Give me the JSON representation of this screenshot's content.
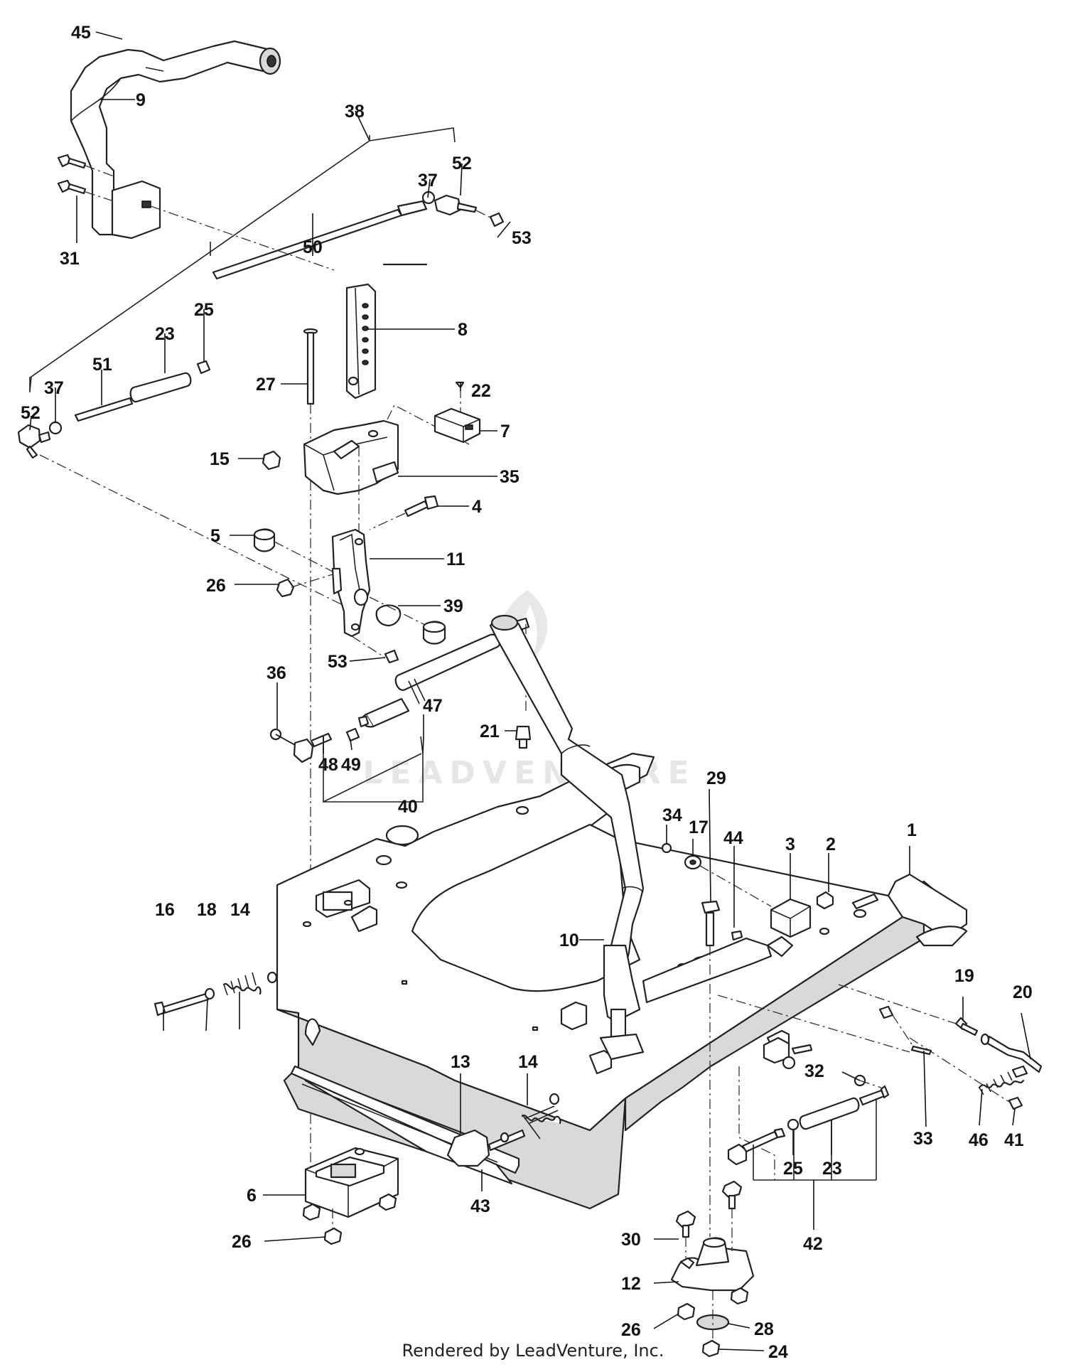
{
  "diagram": {
    "labels": {
      "p45": "45",
      "p9": "9",
      "p38": "38",
      "p31": "31",
      "p37a": "37",
      "p52a": "52",
      "p53a": "53",
      "p50": "50",
      "p8": "8",
      "p25a": "25",
      "p23a": "23",
      "p51": "51",
      "p37b": "37",
      "p52b": "52",
      "p27": "27",
      "p22": "22",
      "p7": "7",
      "p15": "15",
      "p35": "35",
      "p4": "4",
      "p5": "5",
      "p11": "11",
      "p26a": "26",
      "p39": "39",
      "p53b": "53",
      "p36": "36",
      "p47": "47",
      "p49": "49",
      "p48": "48",
      "p40": "40",
      "p21": "21",
      "p29": "29",
      "p34": "34",
      "p17": "17",
      "p44": "44",
      "p3": "3",
      "p2": "2",
      "p1": "1",
      "p16": "16",
      "p18": "18",
      "p14a": "14",
      "p10": "10",
      "p19": "19",
      "p20": "20",
      "p32": "32",
      "p33": "33",
      "p46": "46",
      "p41": "41",
      "p13": "13",
      "p14b": "14",
      "p25b": "25",
      "p23b": "23",
      "p6": "6",
      "p26b": "26",
      "p43": "43",
      "p42": "42",
      "p30": "30",
      "p12": "12",
      "p28": "28",
      "p26c": "26",
      "p24": "24"
    },
    "watermark": "LEADVENTURE"
  },
  "footer": {
    "credit": "Rendered by LeadVenture, Inc."
  }
}
